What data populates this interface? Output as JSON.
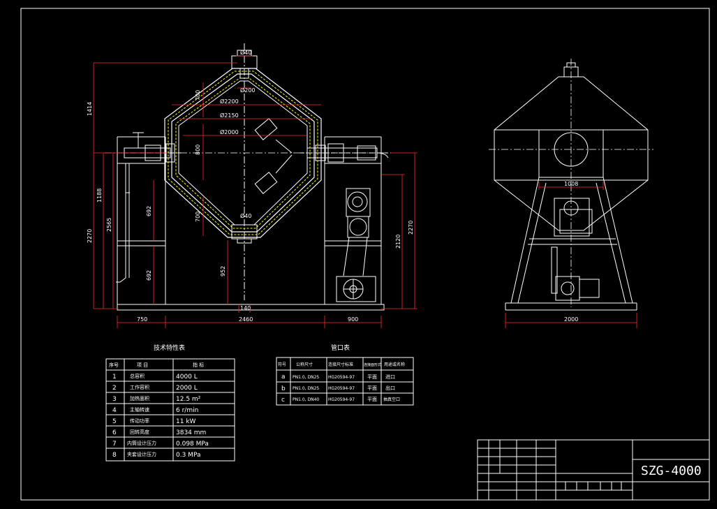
{
  "colors": {
    "background": "#000000",
    "line": "#ffffff",
    "dimension": "#ff2a2a",
    "hidden": "#ffff00",
    "centerline": "#ffffff"
  },
  "drawing_number": "SZG-4000",
  "front_view": {
    "top_dims": [
      "Ø40",
      "Ø200"
    ],
    "internal_dims": [
      "Ø2200",
      "Ø2150",
      "Ø2000",
      "700",
      "800",
      "700",
      "Ø40"
    ],
    "left_vertical_dims": [
      "1414",
      "2270",
      "1188",
      "2565",
      "692",
      "692"
    ],
    "right_vertical_dims": [
      "2120",
      "2270"
    ],
    "center_vertical_dim": "952",
    "bottom_small_dim": "140",
    "bottom_dims": [
      "750",
      "2460",
      "900"
    ]
  },
  "side_view": {
    "top_dim": "1008",
    "bottom_dim": "2000"
  },
  "tech_table": {
    "title": "技术特性表",
    "headers": [
      "序号",
      "项    目",
      "指    标"
    ],
    "rows": [
      [
        "1",
        "总容积",
        "4000 L"
      ],
      [
        "2",
        "工作容积",
        "2000 L"
      ],
      [
        "3",
        "加热面积",
        "12.5 m²"
      ],
      [
        "4",
        "主轴转速",
        "6 r/min"
      ],
      [
        "5",
        "传动功率",
        "11 kW"
      ],
      [
        "6",
        "回转高度",
        "3834 mm"
      ],
      [
        "7",
        "内筒设计压力",
        "0.098 MPa"
      ],
      [
        "8",
        "夹套设计压力",
        "0.3 MPa"
      ]
    ]
  },
  "pipe_table": {
    "title": "管口表",
    "headers": [
      "符号",
      "公称尺寸",
      "连接尺寸标准",
      "连接面形式",
      "用途或名称"
    ],
    "rows": [
      [
        "a",
        "PN1.0, DN25",
        "HG20594-97",
        "平面",
        "进口"
      ],
      [
        "b",
        "PN1.0, DN25",
        "HG20594-97",
        "平面",
        "出口"
      ],
      [
        "c",
        "PN1.0, DN40",
        "HG20594-97",
        "平面",
        "抽真空口"
      ]
    ]
  }
}
